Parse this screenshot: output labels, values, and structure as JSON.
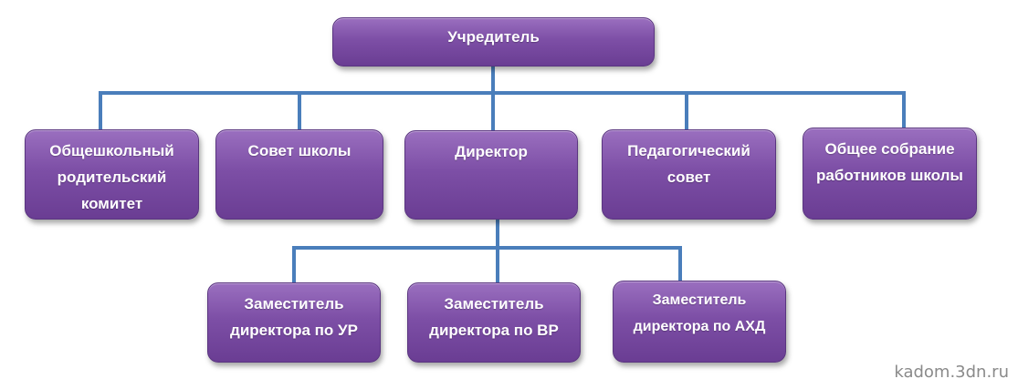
{
  "root": {
    "label": "Учредитель"
  },
  "level1": [
    {
      "id": "parents",
      "label": "Общешкольный родительский комитет"
    },
    {
      "id": "council",
      "label": "Совет школы"
    },
    {
      "id": "director",
      "label": "Директор"
    },
    {
      "id": "pedagogical",
      "label": "Педагогический совет"
    },
    {
      "id": "assembly",
      "label": "Общее собрание работников школы"
    }
  ],
  "level2": [
    {
      "id": "deputy-ur",
      "label": "Заместитель директора  по УР"
    },
    {
      "id": "deputy-vr",
      "label": "Заместитель директора  по ВР"
    },
    {
      "id": "deputy-ahd",
      "label": "Заместитель директора по АХД"
    }
  ],
  "watermark": "kadom.3dn.ru",
  "colors": {
    "node_fill": "#7d4fa6",
    "node_border": "#5a3580",
    "connector": "#4a7ebb",
    "text": "#ffffff"
  }
}
